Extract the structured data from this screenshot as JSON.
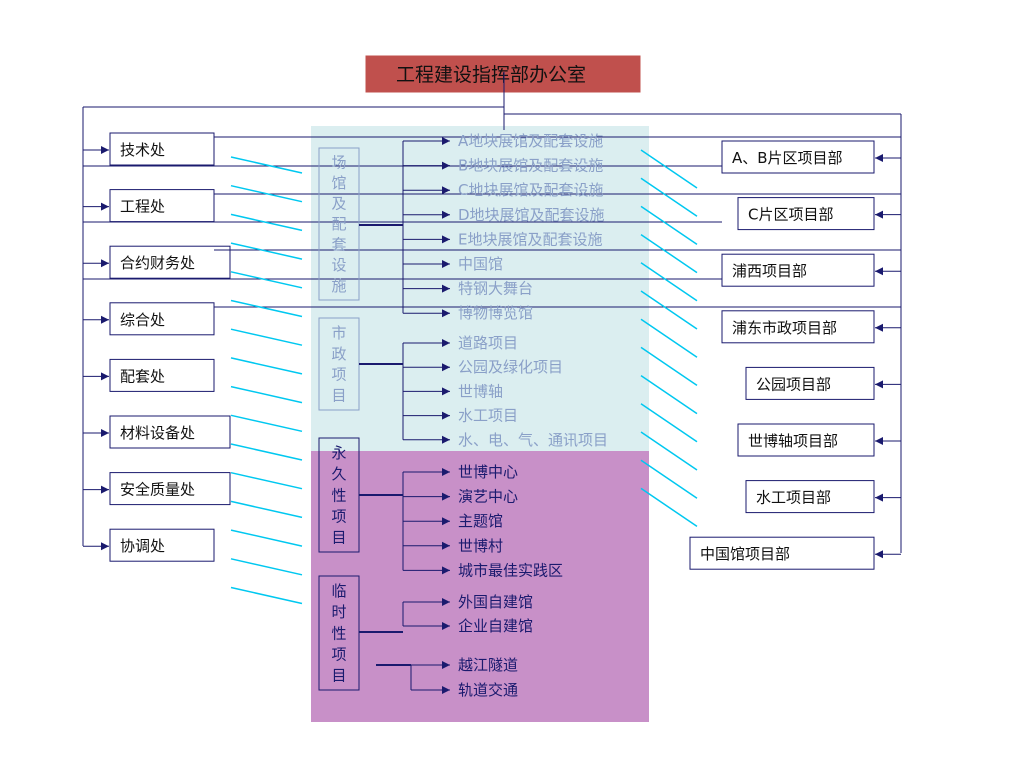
{
  "title": "工程建设指挥部办公室",
  "colors": {
    "title_bg": "#c0504d",
    "upper_region": "#dbeef0",
    "lower_region": "#c890c8",
    "line": "#1a1a6e",
    "connector": "#00c8f0"
  },
  "left_departments": [
    "技术处",
    "工程处",
    "合约财务处",
    "综合处",
    "配套处",
    "材料设备处",
    "安全质量处",
    "协调处"
  ],
  "right_departments": [
    "A、B片区项目部",
    "C片区项目部",
    "浦西项目部",
    "浦东市政项目部",
    "公园项目部",
    "世博轴项目部",
    "水工项目部",
    "中国馆项目部"
  ],
  "categories": [
    {
      "label": [
        "场",
        "馆",
        "及",
        "配",
        "套",
        "设",
        "施"
      ],
      "items": [
        "A地块展馆及配套设施",
        "B地块展馆及配套设施",
        "C地块展馆及配套设施",
        "D地块展馆及配套设施",
        "E地块展馆及配套设施",
        "中国馆",
        "特钢大舞台",
        "博物博览馆"
      ]
    },
    {
      "label": [
        "市",
        "政",
        "项",
        "目"
      ],
      "items": [
        "道路项目",
        "公园及绿化项目",
        "世博轴",
        "水工项目",
        "水、电、气、通讯项目"
      ]
    },
    {
      "label": [
        "永",
        "久",
        "性",
        "项",
        "目"
      ],
      "items": [
        "世博中心",
        "演艺中心",
        "主题馆",
        "世博村",
        "城市最佳实践区"
      ]
    },
    {
      "label": [
        "临",
        "时",
        "性",
        "项",
        "目"
      ],
      "items": [
        "外国自建馆",
        "企业自建馆"
      ]
    }
  ],
  "extra_items": [
    "越江隧道",
    "轨道交通"
  ]
}
